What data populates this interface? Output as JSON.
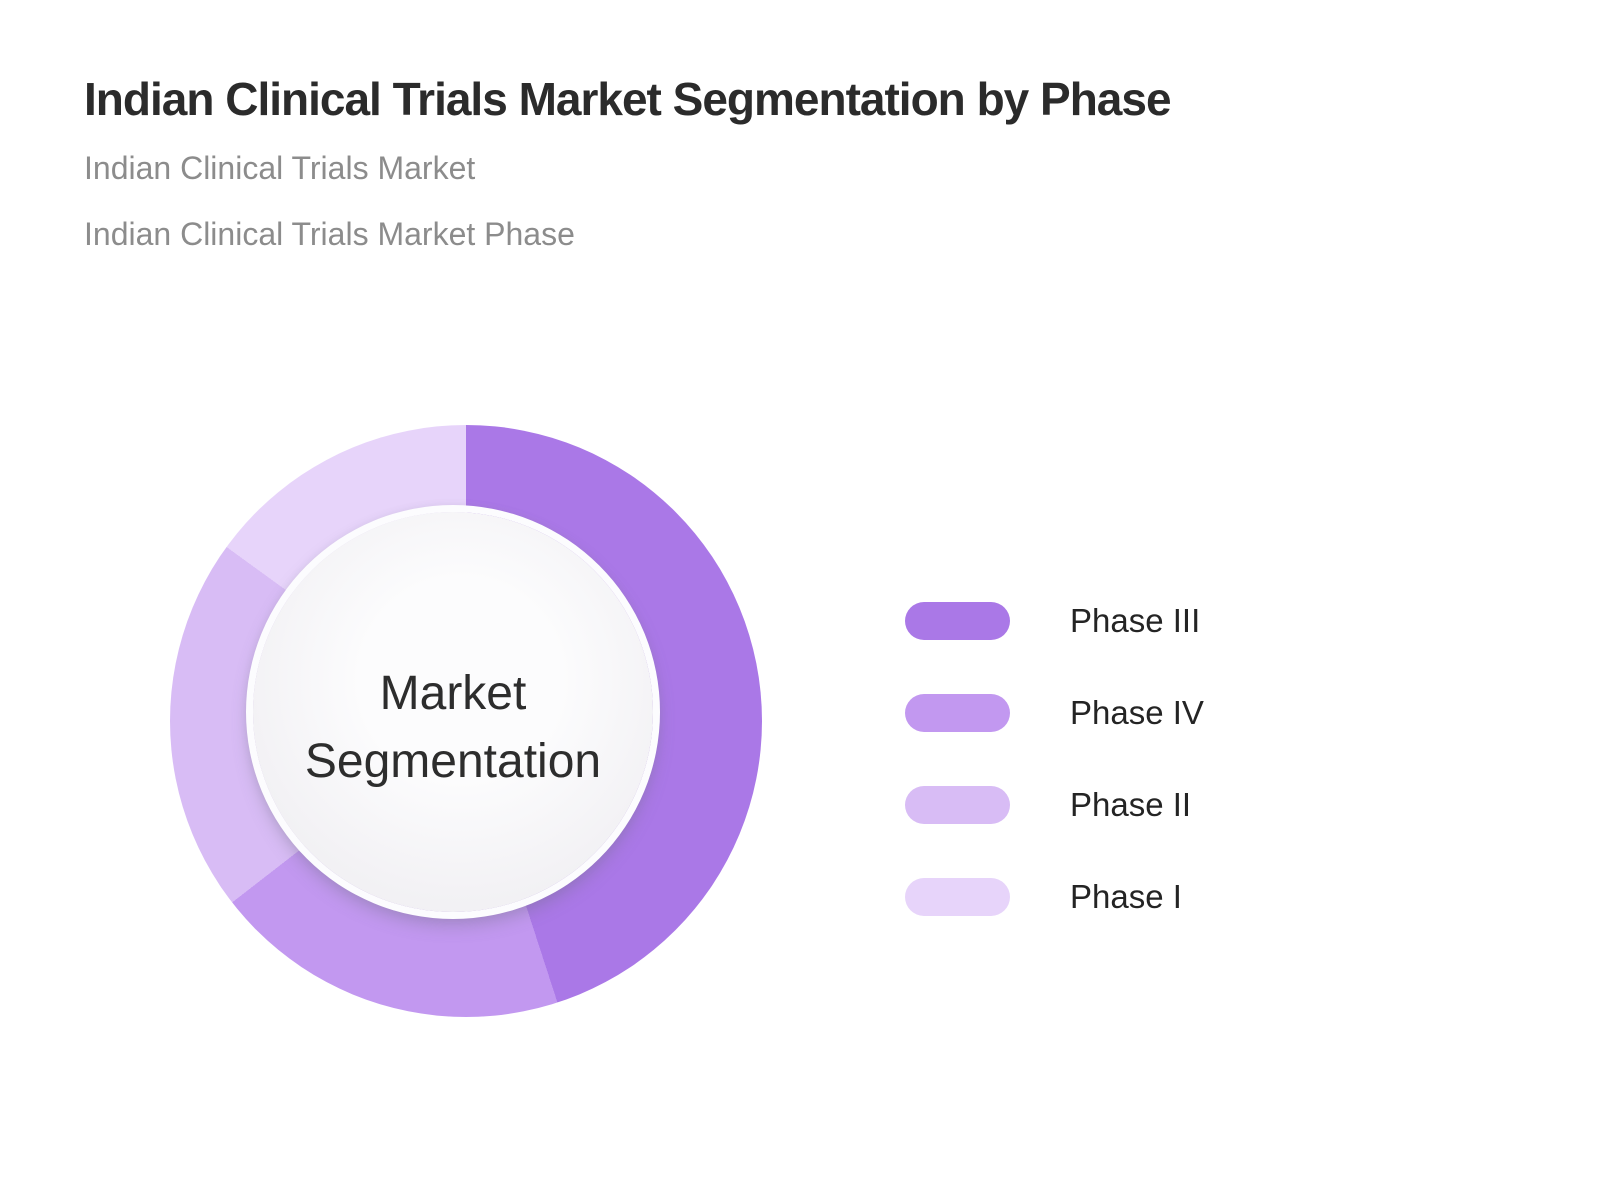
{
  "header": {
    "title": "Indian Clinical Trials Market Segmentation by Phase",
    "subtitles": [
      "Indian Clinical Trials Market",
      "Indian Clinical Trials Market Phase"
    ]
  },
  "chart_data": {
    "type": "pie",
    "variant": "donut",
    "title": "Indian Clinical Trials Market Segmentation by Phase",
    "center_label": "Market Segmentation",
    "start_angle_deg": 0,
    "direction": "clockwise",
    "legend_position": "right",
    "segments": [
      {
        "label": "Phase III",
        "value_pct": 45.0,
        "color": "#aa78e7"
      },
      {
        "label": "Phase IV",
        "value_pct": 19.5,
        "color": "#c298f0"
      },
      {
        "label": "Phase II",
        "value_pct": 20.5,
        "color": "#d8bcf5"
      },
      {
        "label": "Phase I",
        "value_pct": 15.0,
        "color": "#e7d4fa"
      }
    ]
  }
}
